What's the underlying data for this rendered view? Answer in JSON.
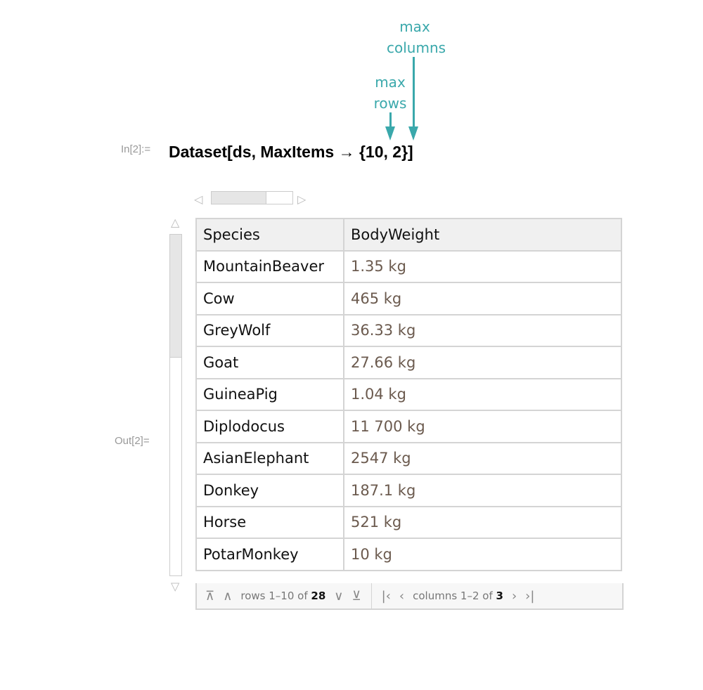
{
  "annotations": {
    "max_columns": [
      "max",
      "columns"
    ],
    "max_rows": [
      "max",
      "rows"
    ],
    "color": "#3aa8ab"
  },
  "input_label": "In[2]:=",
  "code": "Dataset[ds, MaxItems → {10, 2}]",
  "output_label": "Out[2]=",
  "table": {
    "headers": [
      "Species",
      "BodyWeight"
    ],
    "rows": [
      [
        "MountainBeaver",
        "1.35 kg"
      ],
      [
        "Cow",
        "465 kg"
      ],
      [
        "GreyWolf",
        "36.33 kg"
      ],
      [
        "Goat",
        "27.66 kg"
      ],
      [
        "GuineaPig",
        "1.04 kg"
      ],
      [
        "Diplodocus",
        "11 700 kg"
      ],
      [
        "AsianElephant",
        "2547 kg"
      ],
      [
        "Donkey",
        "187.1 kg"
      ],
      [
        "Horse",
        "521 kg"
      ],
      [
        "PotarMonkey",
        "10 kg"
      ]
    ]
  },
  "footer": {
    "rows_prefix": "rows 1–10 of",
    "rows_total": "28",
    "cols_prefix": "columns 1–2 of",
    "cols_total": "3"
  },
  "scroll": {
    "horizontal_fraction": 0.67,
    "vertical_fraction": 0.36
  }
}
